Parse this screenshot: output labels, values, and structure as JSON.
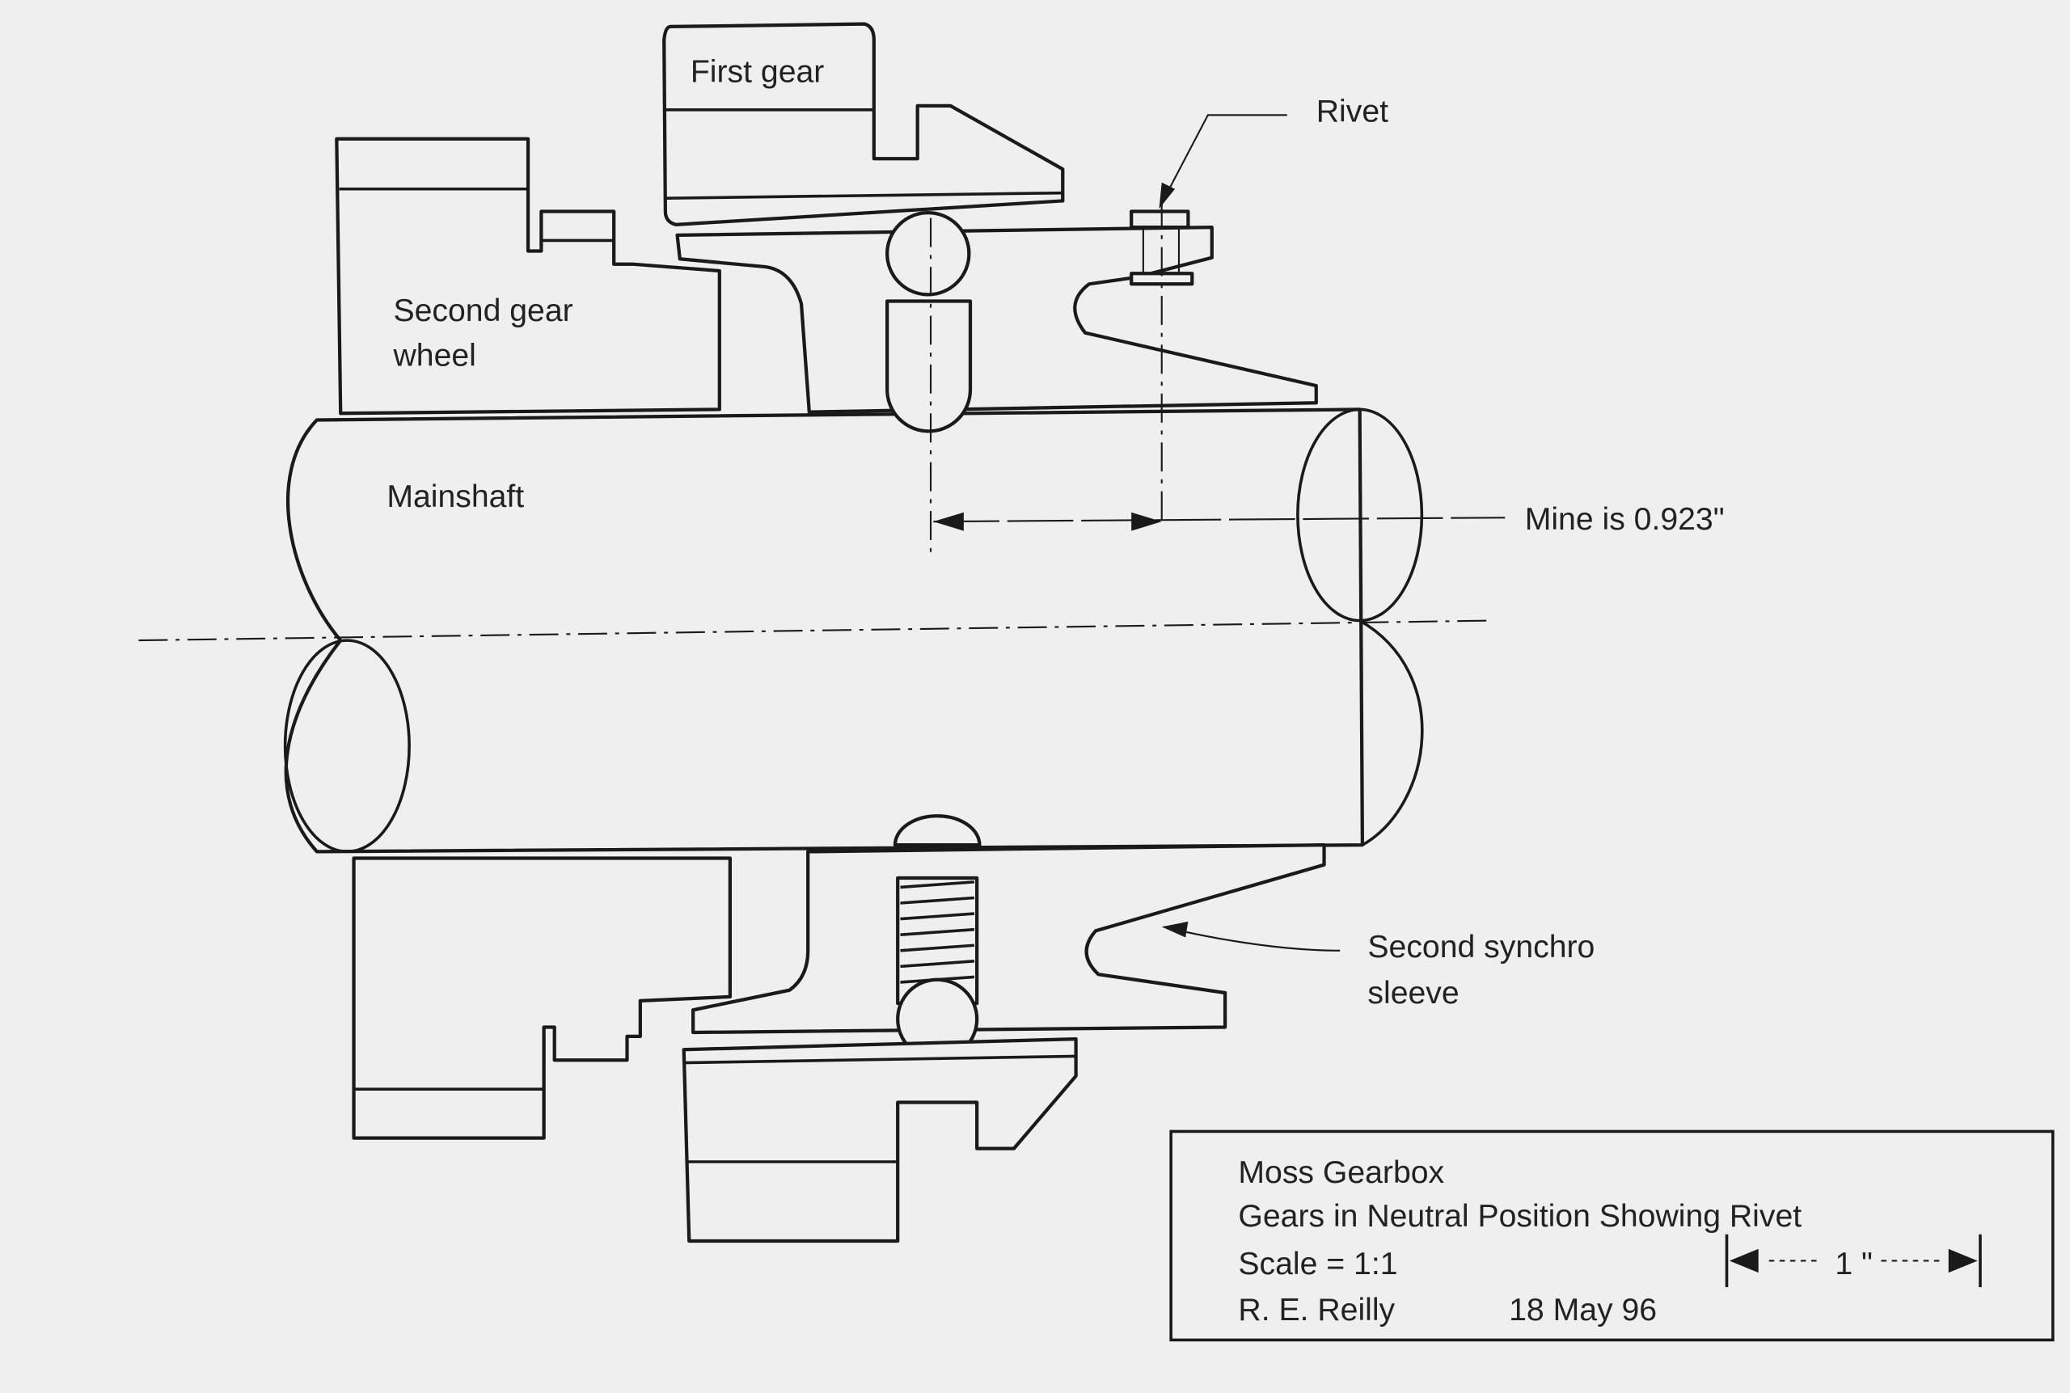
{
  "labels": {
    "first_gear": "First  gear",
    "rivet": "Rivet",
    "second_gear_line1": "Second gear",
    "second_gear_line2": "wheel",
    "mainshaft": "Mainshaft",
    "dimension": "Mine  is  0.923\"",
    "synchro_line1": "Second synchro",
    "synchro_line2": "sleeve"
  },
  "title_block": {
    "title": "Moss Gearbox",
    "subtitle": "Gears in Neutral Position Showing Rivet",
    "scale": "Scale = 1:1",
    "author": "R. E. Reilly",
    "date": "18 May 96",
    "scale_bar_label": "1 \""
  },
  "colors": {
    "paper": "#efefef",
    "ink": "#1a1a1a"
  }
}
